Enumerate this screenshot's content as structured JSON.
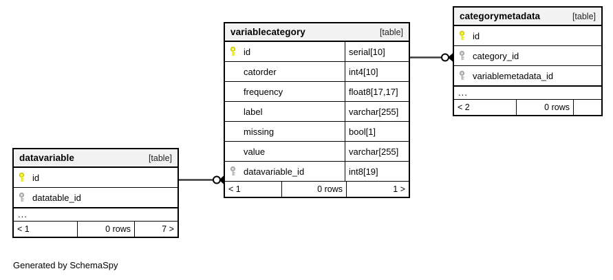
{
  "diagram": {
    "caption": "Generated by SchemaSpy",
    "table_tag": "[table]",
    "ellipsis": "...",
    "colors": {
      "primary_key": "#e8e800",
      "foreign_key": "#b0b0b0",
      "border": "#000000",
      "header_bg": "#f2f2f2",
      "background": "#ffffff"
    }
  },
  "tables": [
    {
      "id": "datavariable",
      "name": "datavariable",
      "tag": "[table]",
      "columns": [
        {
          "name": "id",
          "type": "",
          "key": "primary"
        },
        {
          "name": "datatable_id",
          "type": "",
          "key": "foreign"
        }
      ],
      "has_ellipsis": true,
      "footer": {
        "left": "< 1",
        "center": "0 rows",
        "right": "7 >"
      }
    },
    {
      "id": "variablecategory",
      "name": "variablecategory",
      "tag": "[table]",
      "columns": [
        {
          "name": "id",
          "type": "serial[10]",
          "key": "primary"
        },
        {
          "name": "catorder",
          "type": "int4[10]",
          "key": "none"
        },
        {
          "name": "frequency",
          "type": "float8[17,17]",
          "key": "none"
        },
        {
          "name": "label",
          "type": "varchar[255]",
          "key": "none"
        },
        {
          "name": "missing",
          "type": "bool[1]",
          "key": "none"
        },
        {
          "name": "value",
          "type": "varchar[255]",
          "key": "none"
        },
        {
          "name": "datavariable_id",
          "type": "int8[19]",
          "key": "foreign"
        }
      ],
      "has_ellipsis": false,
      "footer": {
        "left": "< 1",
        "center": "0 rows",
        "right": "1 >"
      }
    },
    {
      "id": "categorymetadata",
      "name": "categorymetadata",
      "tag": "[table]",
      "columns": [
        {
          "name": "id",
          "type": "",
          "key": "primary"
        },
        {
          "name": "category_id",
          "type": "",
          "key": "foreign"
        },
        {
          "name": "variablemetadata_id",
          "type": "",
          "key": "foreign"
        }
      ],
      "has_ellipsis": true,
      "footer": {
        "left": "< 2",
        "center": "0 rows",
        "right": ""
      }
    }
  ],
  "relationships": [
    {
      "id": "datavariable-to-variablecategory",
      "from_table": "datavariable",
      "from_column": "id",
      "to_table": "variablecategory",
      "to_column": "datavariable_id",
      "from_marker": "zero",
      "to_marker": "crowsfoot"
    },
    {
      "id": "variablecategory-to-categorymetadata",
      "from_table": "variablecategory",
      "from_column": "id",
      "to_table": "categorymetadata",
      "to_column": "category_id",
      "from_marker": "zero",
      "to_marker": "crowsfoot"
    }
  ]
}
